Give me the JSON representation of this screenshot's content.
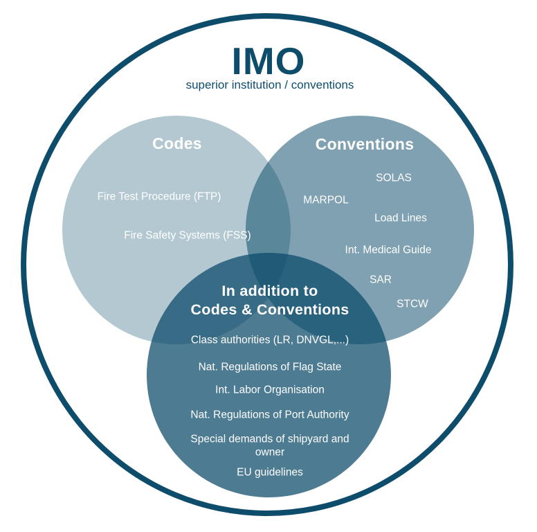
{
  "header": {
    "title": "IMO",
    "subtitle": "superior institution / conventions"
  },
  "colors": {
    "outline_and_title": "#0E4C6B",
    "circle_base_ink": "#094A69",
    "codes_fill": "#B4C5CE",
    "conventions_fill": "#7FA1B1",
    "additional_fill": "#4B7B91",
    "codes_conventions_overlap": "#5B869B",
    "triple_overlap": "#1F5A76",
    "label_text": "#FFFFFF"
  },
  "venn": {
    "codes": {
      "title": "Codes",
      "items": [
        "Fire Test Procedure (FTP)",
        "Fire Safety Systems (FSS)"
      ]
    },
    "conventions": {
      "title": "Conventions",
      "items": [
        "SOLAS",
        "MARPOL",
        "Load Lines",
        "Int. Medical Guide",
        "SAR",
        "STCW"
      ]
    },
    "additional": {
      "title_line1": "In addition to",
      "title_line2": "Codes & Conventions",
      "items": [
        "Class authorities (LR, DNVGL,...)",
        "Nat. Regulations of Flag State",
        "Int. Labor Organisation",
        "Nat. Regulations of Port Authority",
        "Special demands of shipyard and owner",
        "EU guidelines"
      ]
    }
  }
}
